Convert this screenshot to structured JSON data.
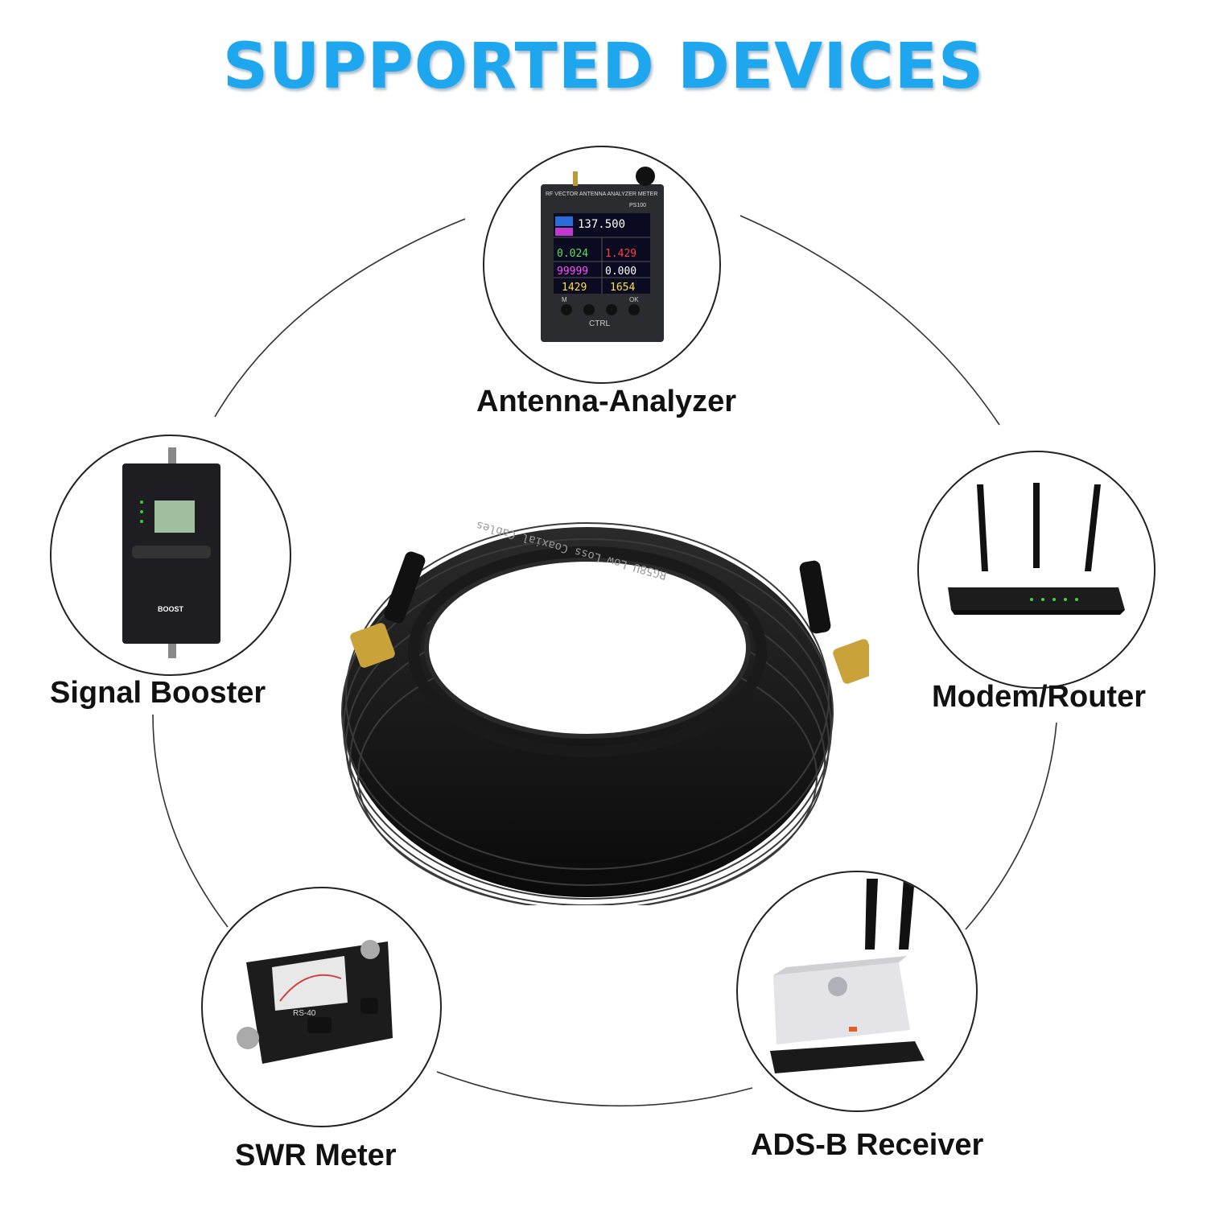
{
  "title": "SUPPORTED DEVICES",
  "devices": {
    "antenna_analyzer": {
      "label": "Antenna-Analyzer",
      "screen_header": "RF VECTOR ANTENNA ANALYZER METER",
      "model": "PS100",
      "freq": "137.500",
      "r_value": "0.024",
      "x_value": "1.429",
      "vswr": "99999",
      "s11": "0.000",
      "val_a": "1429",
      "val_b": "1654",
      "key_m": "M",
      "key_ok": "OK",
      "ctrl": "CTRL"
    },
    "signal_booster": {
      "label": "Signal Booster",
      "brand": "BOOST"
    },
    "modem_router": {
      "label": "Modem/Router"
    },
    "swr_meter": {
      "label": "SWR Meter",
      "model": "RS-40"
    },
    "adsb_receiver": {
      "label": "ADS-B Receiver"
    }
  },
  "cable": {
    "print_text": "RG58U Low Loss Coaxial Cables"
  },
  "colors": {
    "title": "#1ea7ee",
    "cable": "#141414",
    "connector": "#c9a23a"
  }
}
